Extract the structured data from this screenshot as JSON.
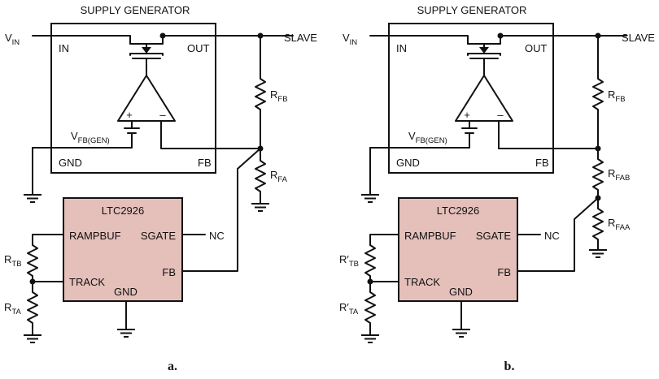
{
  "circuits": [
    {
      "header": "SUPPLY GENERATOR",
      "vin_main": "V",
      "vin_sub": "IN",
      "pin_in": "IN",
      "pin_out": "OUT",
      "pin_gnd": "GND",
      "pin_fb": "FB",
      "vfb_main": "V",
      "vfb_sub": "FB(GEN)",
      "slave": "SLAVE",
      "amp_plus": "+",
      "amp_minus": "–",
      "rfb_main": "R",
      "rfb_sub": "FB",
      "rfa_main": "R",
      "rfa_sub": "FA",
      "rfaa_main": "",
      "rfaa_sub": "",
      "chip_title": "LTC2926",
      "chip_rampbuf": "RAMPBUF",
      "chip_sgate": "SGATE",
      "chip_track": "TRACK",
      "chip_fb": "FB",
      "chip_gnd": "GND",
      "nc": "NC",
      "rtb_main": "R",
      "rtb_sub": "TB",
      "rta_main": "R",
      "rta_sub": "TA",
      "caption": "a."
    },
    {
      "header": "SUPPLY GENERATOR",
      "vin_main": "V",
      "vin_sub": "IN",
      "pin_in": "IN",
      "pin_out": "OUT",
      "pin_gnd": "GND",
      "pin_fb": "FB",
      "vfb_main": "V",
      "vfb_sub": "FB(GEN)",
      "slave": "SLAVE",
      "amp_plus": "+",
      "amp_minus": "–",
      "rfb_main": "R",
      "rfb_sub": "FB",
      "rfa_main": "R",
      "rfa_sub": "FAB",
      "rfaa_main": "R",
      "rfaa_sub": "FAA",
      "chip_title": "LTC2926",
      "chip_rampbuf": "RAMPBUF",
      "chip_sgate": "SGATE",
      "chip_track": "TRACK",
      "chip_fb": "FB",
      "chip_gnd": "GND",
      "nc": "NC",
      "rtb_main": "R′",
      "rtb_sub": "TB",
      "rta_main": "R′",
      "rta_sub": "TA",
      "caption": "b."
    }
  ]
}
